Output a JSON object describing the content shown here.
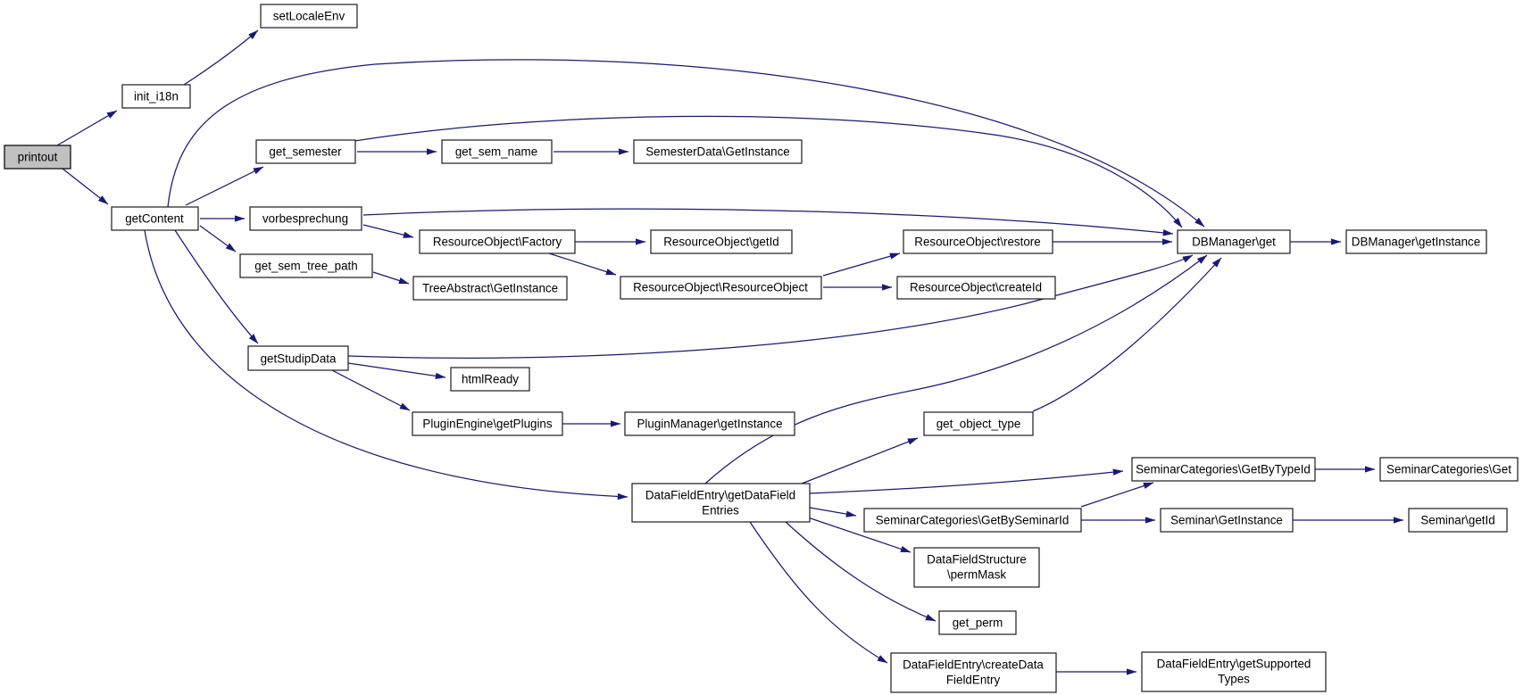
{
  "graph": {
    "type": "call-graph",
    "root": "printout",
    "colors": {
      "edge": "#1a1a75",
      "node_border": "#1c1c1c",
      "node_fill": "#ffffff",
      "root_fill": "#c0c0c0",
      "background": "#ffffff",
      "text": "#000000"
    },
    "nodes": {
      "printout": {
        "label": "printout"
      },
      "init_i18n": {
        "label": "init_i18n"
      },
      "setlocaleenv": {
        "label": "setLocaleEnv"
      },
      "getcontent": {
        "label": "getContent"
      },
      "get_semester": {
        "label": "get_semester"
      },
      "get_sem_name": {
        "label": "get_sem_name"
      },
      "semesterdata_getinstance": {
        "label": "SemesterData\\GetInstance"
      },
      "vorbesprechung": {
        "label": "vorbesprechung"
      },
      "resourceobject_factory": {
        "label": "ResourceObject\\Factory"
      },
      "resourceobject_getid": {
        "label": "ResourceObject\\getId"
      },
      "resourceobject_restore": {
        "label": "ResourceObject\\restore"
      },
      "dbmanager_get": {
        "label": "DBManager\\get"
      },
      "dbmanager_getinstance": {
        "label": "DBManager\\getInstance"
      },
      "get_sem_tree_path": {
        "label": "get_sem_tree_path"
      },
      "treeabstract_getinstance": {
        "label": "TreeAbstract\\GetInstance"
      },
      "resourceobject_resourceobject": {
        "label": "ResourceObject\\ResourceObject"
      },
      "resourceobject_createid": {
        "label": "ResourceObject\\createId"
      },
      "getstudipdata": {
        "label": "getStudipData"
      },
      "htmlready": {
        "label": "htmlReady"
      },
      "pluginengine_getplugins": {
        "label": "PluginEngine\\getPlugins"
      },
      "pluginmanager_getinstance": {
        "label": "PluginManager\\getInstance"
      },
      "get_object_type": {
        "label": "get_object_type"
      },
      "datafieldentry_getdatafieldentries": {
        "label": "DataFieldEntry\\getDataFieldEntries",
        "lines": [
          "DataFieldEntry\\getDataField",
          "Entries"
        ]
      },
      "seminarcategories_getbytypeid": {
        "label": "SeminarCategories\\GetByTypeId"
      },
      "seminarcategories_get": {
        "label": "SeminarCategories\\Get"
      },
      "seminarcategories_getbyseminarid": {
        "label": "SeminarCategories\\GetBySeminarId"
      },
      "seminar_getinstance": {
        "label": "Seminar\\GetInstance"
      },
      "seminar_getid": {
        "label": "Seminar\\getId"
      },
      "datafieldstructure_permmask": {
        "label": "DataFieldStructure\\permMask",
        "lines": [
          "DataFieldStructure",
          "\\permMask"
        ]
      },
      "get_perm": {
        "label": "get_perm"
      },
      "datafieldentry_createdatafieldentry": {
        "label": "DataFieldEntry\\createDataFieldEntry",
        "lines": [
          "DataFieldEntry\\createData",
          "FieldEntry"
        ]
      },
      "datafieldentry_getsupportedtypes": {
        "label": "DataFieldEntry\\getSupportedTypes",
        "lines": [
          "DataFieldEntry\\getSupported",
          "Types"
        ]
      }
    },
    "edges": [
      {
        "from": "printout",
        "to": "init_i18n"
      },
      {
        "from": "printout",
        "to": "getcontent"
      },
      {
        "from": "init_i18n",
        "to": "setlocaleenv"
      },
      {
        "from": "getcontent",
        "to": "get_semester"
      },
      {
        "from": "getcontent",
        "to": "vorbesprechung"
      },
      {
        "from": "getcontent",
        "to": "get_sem_tree_path"
      },
      {
        "from": "getcontent",
        "to": "getstudipdata"
      },
      {
        "from": "getcontent",
        "to": "datafieldentry_getdatafieldentries"
      },
      {
        "from": "getcontent",
        "to": "dbmanager_get"
      },
      {
        "from": "get_semester",
        "to": "get_sem_name"
      },
      {
        "from": "get_semester",
        "to": "dbmanager_get"
      },
      {
        "from": "get_sem_name",
        "to": "semesterdata_getinstance"
      },
      {
        "from": "vorbesprechung",
        "to": "resourceobject_factory"
      },
      {
        "from": "vorbesprechung",
        "to": "dbmanager_get"
      },
      {
        "from": "get_sem_tree_path",
        "to": "treeabstract_getinstance"
      },
      {
        "from": "resourceobject_factory",
        "to": "resourceobject_getid"
      },
      {
        "from": "resourceobject_factory",
        "to": "resourceobject_resourceobject"
      },
      {
        "from": "resourceobject_resourceobject",
        "to": "resourceobject_restore"
      },
      {
        "from": "resourceobject_resourceobject",
        "to": "resourceobject_createid"
      },
      {
        "from": "resourceobject_restore",
        "to": "dbmanager_get"
      },
      {
        "from": "dbmanager_get",
        "to": "dbmanager_getinstance"
      },
      {
        "from": "getstudipdata",
        "to": "htmlready"
      },
      {
        "from": "getstudipdata",
        "to": "pluginengine_getplugins"
      },
      {
        "from": "getstudipdata",
        "to": "dbmanager_get"
      },
      {
        "from": "pluginengine_getplugins",
        "to": "pluginmanager_getinstance"
      },
      {
        "from": "datafieldentry_getdatafieldentries",
        "to": "dbmanager_get"
      },
      {
        "from": "datafieldentry_getdatafieldentries",
        "to": "get_object_type"
      },
      {
        "from": "get_object_type",
        "to": "dbmanager_get"
      },
      {
        "from": "datafieldentry_getdatafieldentries",
        "to": "seminarcategories_getbytypeid"
      },
      {
        "from": "datafieldentry_getdatafieldentries",
        "to": "seminarcategories_getbyseminarid"
      },
      {
        "from": "seminarcategories_getbyseminarid",
        "to": "seminarcategories_getbytypeid"
      },
      {
        "from": "seminarcategories_getbytypeid",
        "to": "seminarcategories_get"
      },
      {
        "from": "seminarcategories_getbyseminarid",
        "to": "seminar_getinstance"
      },
      {
        "from": "seminar_getinstance",
        "to": "seminar_getid"
      },
      {
        "from": "datafieldentry_getdatafieldentries",
        "to": "datafieldstructure_permmask"
      },
      {
        "from": "datafieldentry_getdatafieldentries",
        "to": "get_perm"
      },
      {
        "from": "datafieldentry_getdatafieldentries",
        "to": "datafieldentry_createdatafieldentry"
      },
      {
        "from": "datafieldentry_createdatafieldentry",
        "to": "datafieldentry_getsupportedtypes"
      }
    ]
  }
}
